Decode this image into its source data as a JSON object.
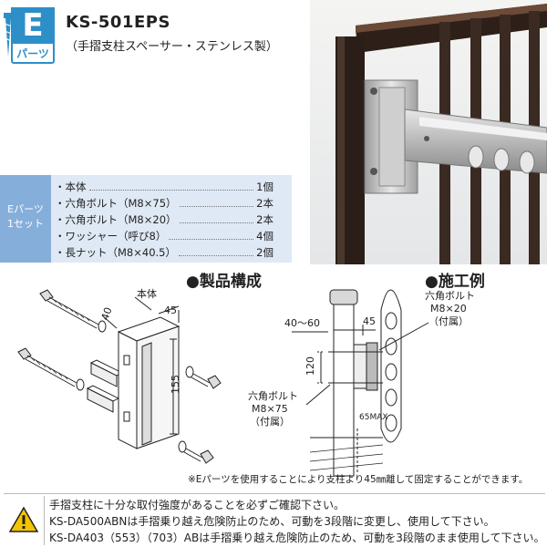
{
  "badge": {
    "letter": "E",
    "sub": "パーツ"
  },
  "header": {
    "code": "KS-501EPS",
    "desc": "（手摺支柱スペーサー・ステンレス製）"
  },
  "set_panel": {
    "label_line1": "Eパーツ",
    "label_line2": "1セット",
    "items": [
      {
        "name": "・本体",
        "qty": "1個"
      },
      {
        "name": "・六角ボルト（M8×75）",
        "qty": "2本"
      },
      {
        "name": "・六角ボルト（M8×20）",
        "qty": "2本"
      },
      {
        "name": "・ワッシャー（呼び8）",
        "qty": "4個"
      },
      {
        "name": "・長ナット（M8×40.5）",
        "qty": "2個"
      }
    ]
  },
  "sections": {
    "composition": "●製品構成",
    "installation": "●施工例"
  },
  "composition_diagram": {
    "body_label": "本体",
    "dim_40": "40",
    "dim_45": "45",
    "dim_155": "155"
  },
  "installation_diagram": {
    "dim_range": "40～60",
    "dim_45": "45",
    "dim_120": "120",
    "bolt_short_l1": "六角ボルト",
    "bolt_short_l2": "M8×20",
    "bolt_short_l3": "（付属）",
    "bolt_long_l1": "六角ボルト",
    "bolt_long_l2": "M8×75",
    "bolt_long_l3": "（付属）",
    "max": "65MAX"
  },
  "note": "※Eパーツを使用することにより支柱より45㎜離して固定することができます。",
  "warnings": [
    "手摺支柱に十分な取付強度があることを必ずご確認下さい。",
    "KS-DA500ABNは手摺乗り越え危険防止のため、可動を3段階に変更し、使用して下さい。",
    "KS-DA403（553）（703）ABは手摺乗り越え危険防止のため、可動を3段階のまま使用して下さい。"
  ],
  "colors": {
    "accent": "#2d8fc8",
    "panel": "#dfe9f5",
    "panel_label": "#86aedb",
    "rail": "#3a2a22"
  }
}
